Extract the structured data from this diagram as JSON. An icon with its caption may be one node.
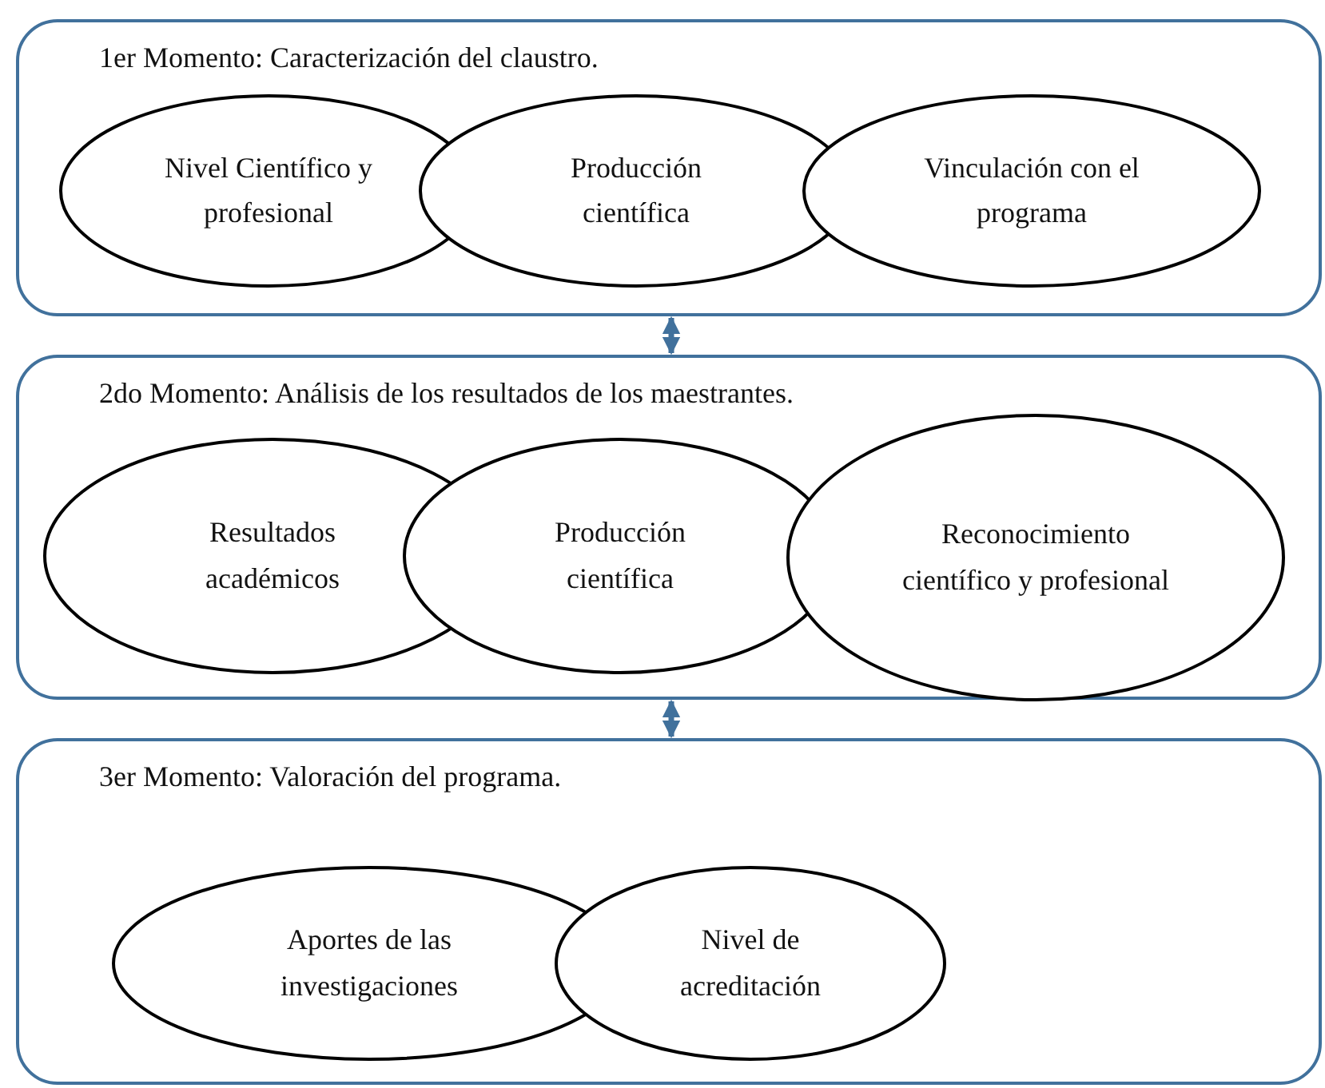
{
  "diagram": {
    "nodes": [
      {
        "text": [
          "1er Momento: Caracterización del claustro."
        ]
      },
      {
        "text": [
          "Nivel Científico y profesional"
        ],
        "in": 0
      },
      {
        "text": [
          "Producción científica"
        ],
        "in": 0
      },
      {
        "text": [
          "Vinculación con el programa"
        ],
        "in": 0
      },
      {
        "text": [
          "2do Momento: Análisis de los resultados de los maestrantes."
        ]
      },
      {
        "text": [
          "Resultados académicos"
        ],
        "in": 4
      },
      {
        "text": [
          "Producción científica"
        ],
        "in": 4
      },
      {
        "text": [
          "Reconocimiento científico y profesional"
        ],
        "in": 4
      },
      {
        "text": [
          "3er Momento: Valoración del programa."
        ]
      },
      {
        "text": [
          "Aportes de las investigaciones"
        ],
        "in": 8
      },
      {
        "text": [
          "Nivel de acreditación"
        ],
        "in": 8
      }
    ],
    "edges": [
      {
        "from": 0,
        "to": 4,
        "arrow": "both"
      },
      {
        "from": 4,
        "to": 8,
        "arrow": "both"
      }
    ]
  }
}
